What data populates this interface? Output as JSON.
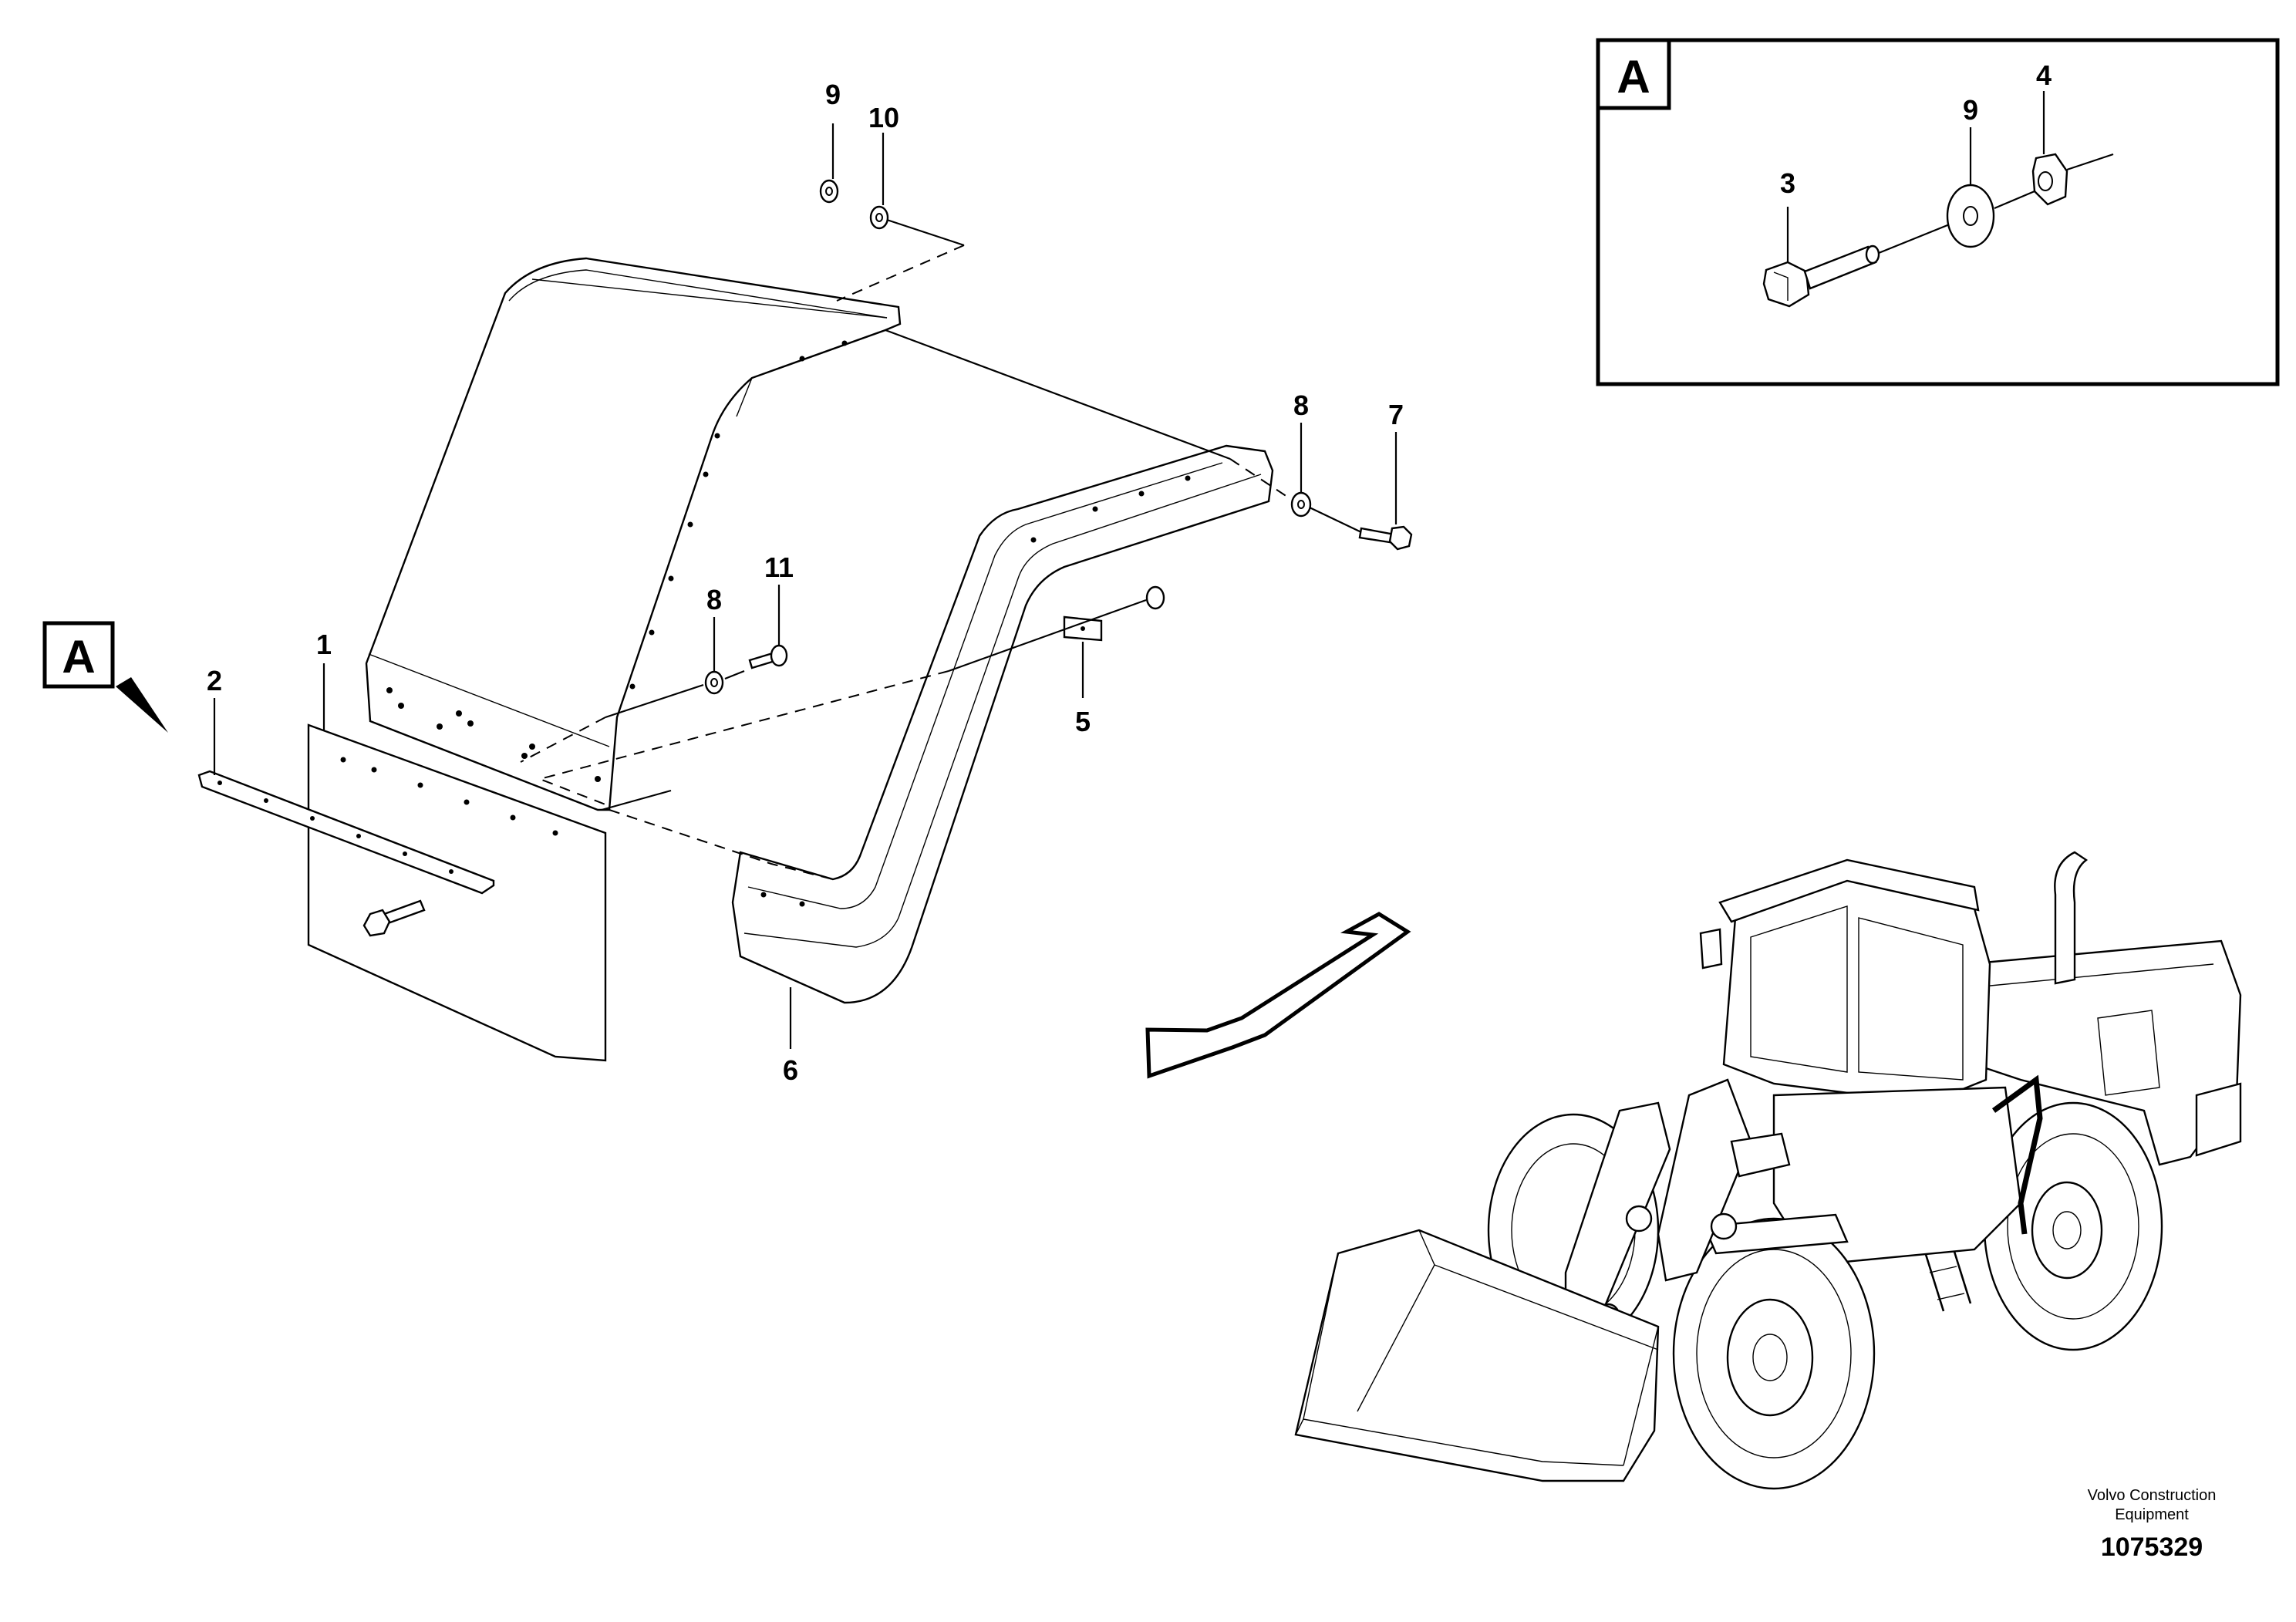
{
  "callouts": [
    {
      "id": "c1",
      "label": "1"
    },
    {
      "id": "c2",
      "label": "2"
    },
    {
      "id": "c3",
      "label": "3"
    },
    {
      "id": "c4",
      "label": "4"
    },
    {
      "id": "c5",
      "label": "5"
    },
    {
      "id": "c6",
      "label": "6"
    },
    {
      "id": "c7",
      "label": "7"
    },
    {
      "id": "c8a",
      "label": "8"
    },
    {
      "id": "c8b",
      "label": "8"
    },
    {
      "id": "c9a",
      "label": "9"
    },
    {
      "id": "c9b",
      "label": "9"
    },
    {
      "id": "c10",
      "label": "10"
    },
    {
      "id": "c11",
      "label": "11"
    }
  ],
  "detail": {
    "marker_label": "A",
    "box_label": "A"
  },
  "footer": {
    "company_line1": "Volvo Construction",
    "company_line2": "Equipment",
    "drawing_number": "1075329"
  }
}
